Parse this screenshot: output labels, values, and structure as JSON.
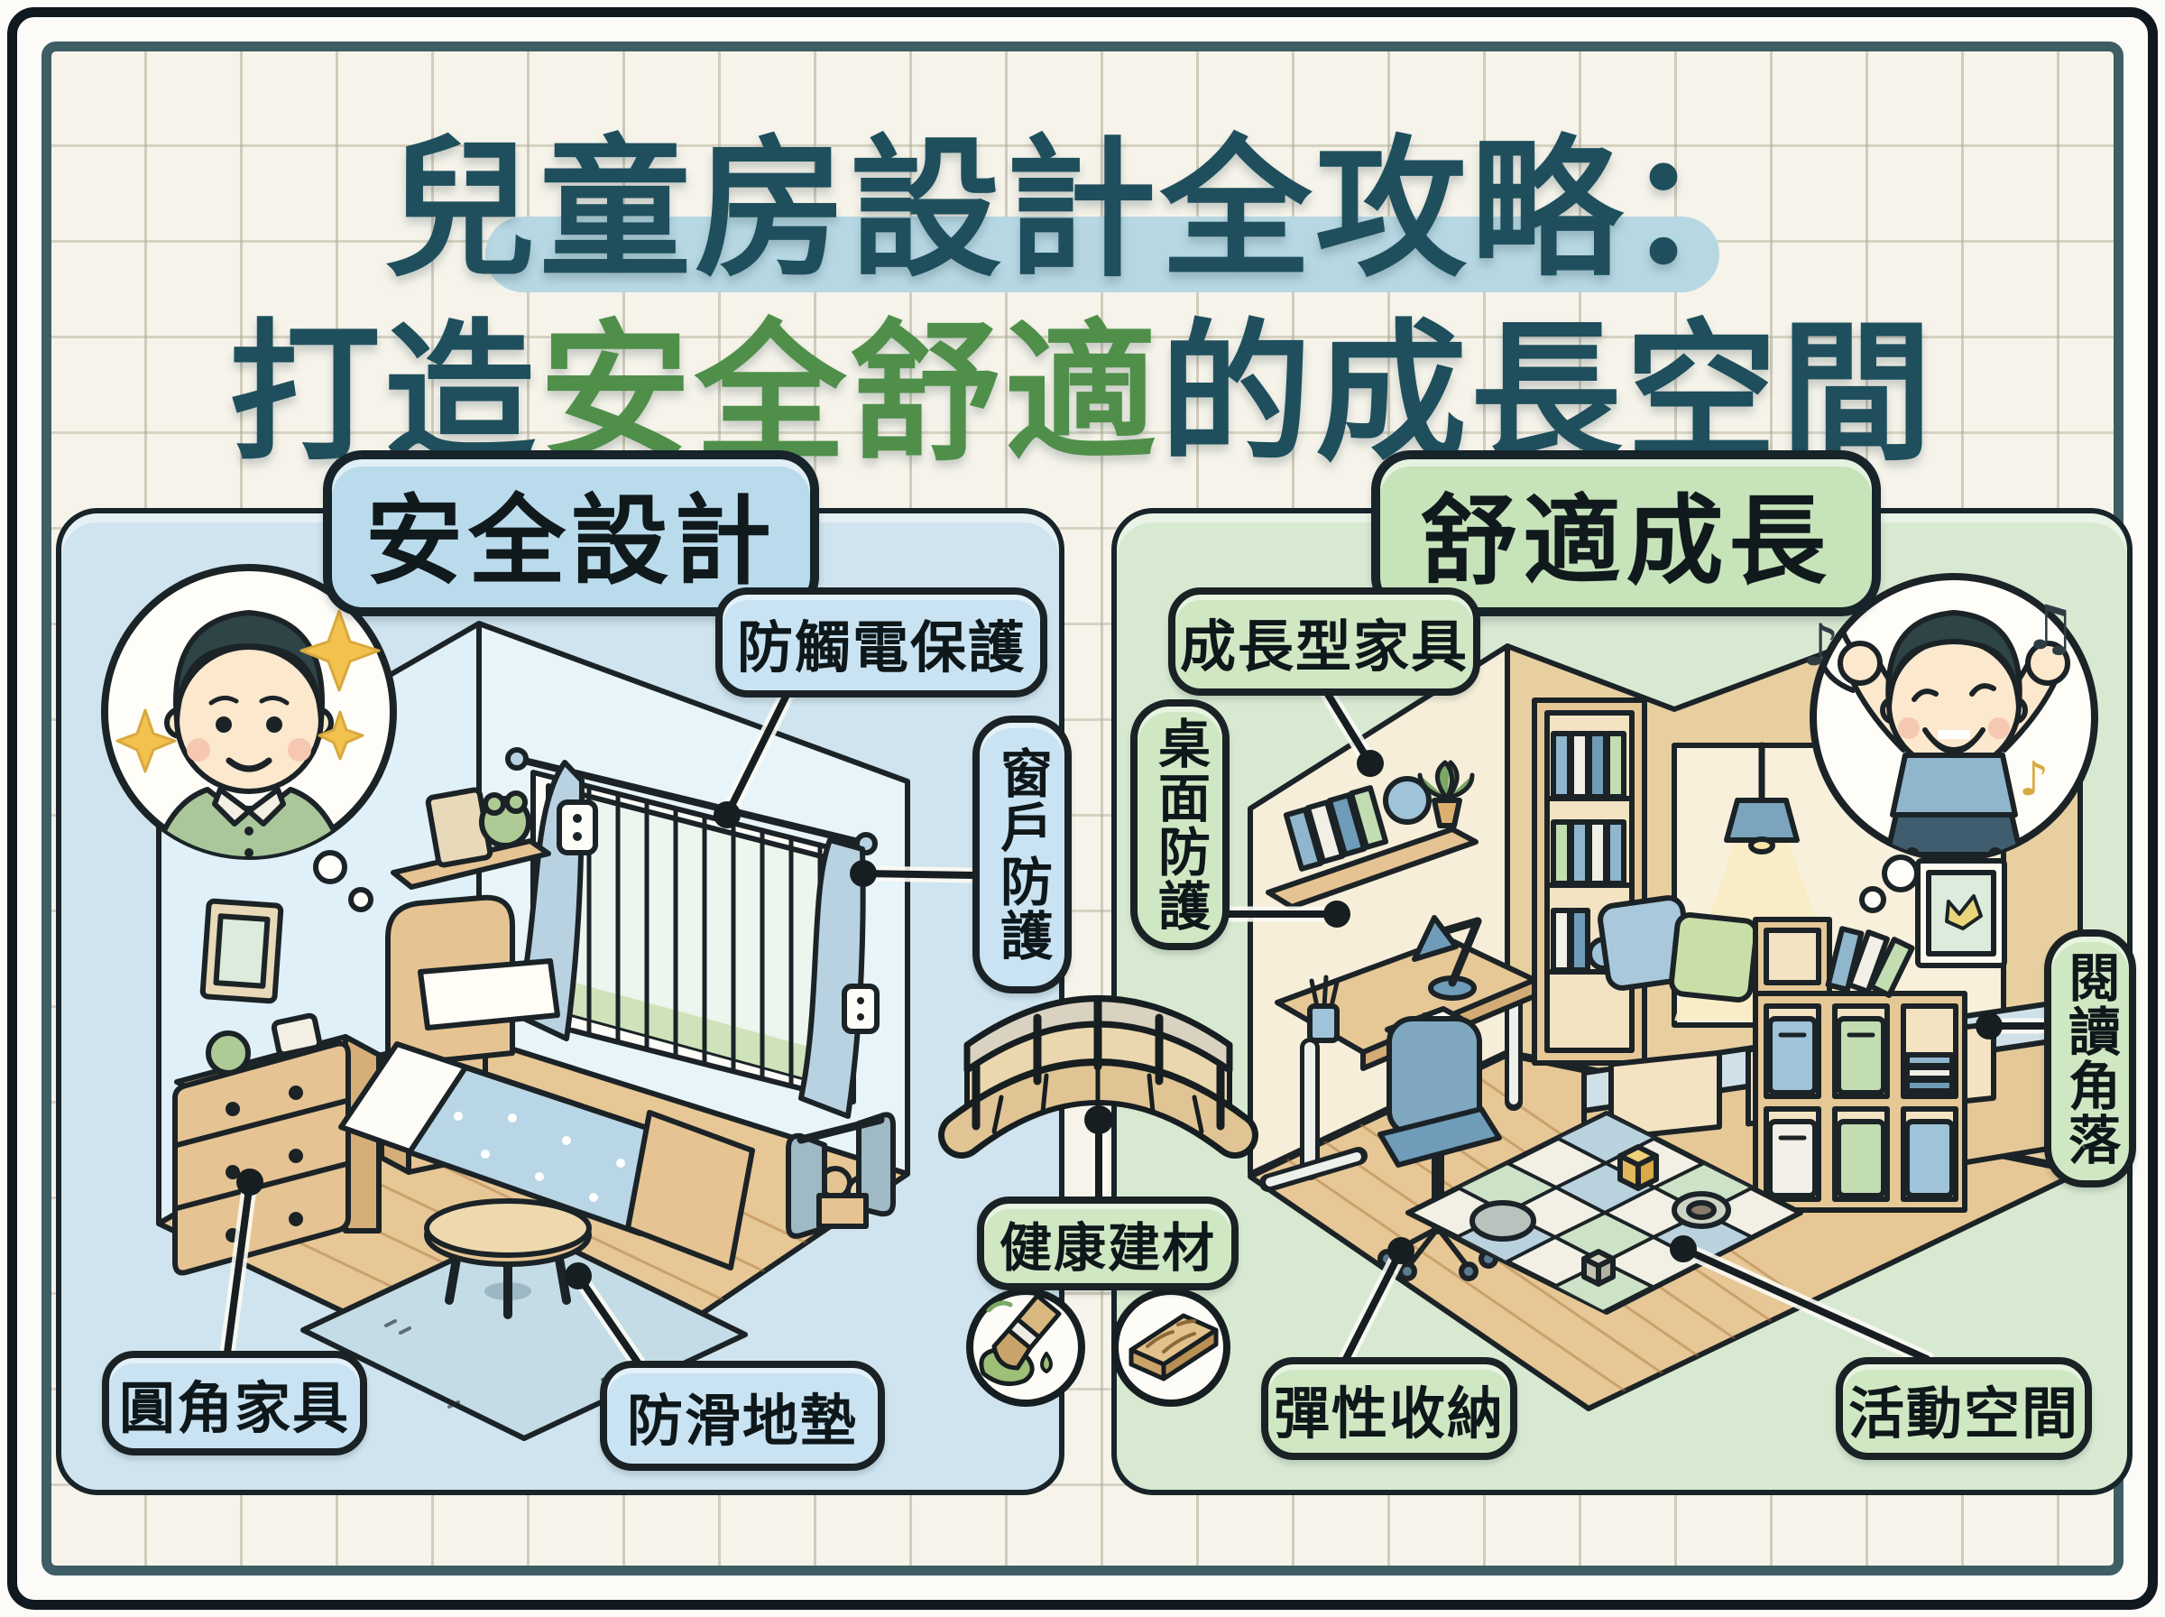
{
  "title": {
    "line1": "兒童房設計全攻略：",
    "line2_segments": [
      {
        "text": "打造",
        "color": "#1f4f5d"
      },
      {
        "text": "安全舒適",
        "color": "#4f8f4a"
      },
      {
        "text": "的成長空間",
        "color": "#1f4f5d"
      }
    ],
    "highlight_color": "#b7d8e3"
  },
  "panels": {
    "safety": {
      "header": "安全設計",
      "panel_color": "#cfe4ee",
      "header_color": "#badbeb",
      "label_color": "#c9e3f2",
      "labels": [
        {
          "text": "防觸電保護",
          "orientation": "horizontal"
        },
        {
          "text": "窗戶防護",
          "orientation": "vertical"
        },
        {
          "text": "圓角家具",
          "orientation": "horizontal"
        },
        {
          "text": "防滑地墊",
          "orientation": "horizontal"
        }
      ],
      "avatar": "thinking-boy-avatar",
      "illustration_items": [
        "barred-window",
        "curtains",
        "bed",
        "rounded-dresser",
        "nightstand-lamp",
        "rug",
        "round-table",
        "toy-cart",
        "wall-shelf",
        "picture-frame",
        "outlet-covers",
        "sparkles",
        "thought-bubbles"
      ]
    },
    "comfort": {
      "header": "舒適成長",
      "panel_color": "#d8e9d2",
      "header_color": "#c6e3ba",
      "label_color": "#cfe8c3",
      "labels": [
        {
          "text": "成長型家具",
          "orientation": "horizontal"
        },
        {
          "text": "桌面防護",
          "orientation": "vertical"
        },
        {
          "text": "閱讀角落",
          "orientation": "vertical"
        },
        {
          "text": "彈性收納",
          "orientation": "horizontal"
        },
        {
          "text": "活動空間",
          "orientation": "horizontal"
        }
      ],
      "avatar": "jumping-boy-avatar",
      "music_notes": [
        "♪",
        "♫",
        "♪"
      ],
      "illustration_items": [
        "adjustable-desk",
        "desk-lamp",
        "office-chair",
        "wall-shelf",
        "bookcase",
        "reading-nook",
        "pendant-lamp",
        "window-seat-drawers",
        "cube-storage",
        "storage-bins",
        "picture-frame",
        "play-mat",
        "toy-blocks",
        "thought-bubbles"
      ]
    }
  },
  "center": {
    "label": "健康建材",
    "connector": "wooden-bridge",
    "icons": [
      {
        "name": "paintbrush-icon",
        "meaning": "low-toxicity paint"
      },
      {
        "name": "wood-plank-icon",
        "meaning": "natural wood"
      }
    ]
  },
  "colors": {
    "title_teal": "#1f4f5d",
    "title_green": "#4f8f4a",
    "outline": "#1b2327",
    "paper": "#f6f4ea",
    "frame_inner": "#3f5d64",
    "wood": "#e6c392",
    "accent_blue": "#c9e3f2",
    "accent_green": "#cfe8c3"
  }
}
